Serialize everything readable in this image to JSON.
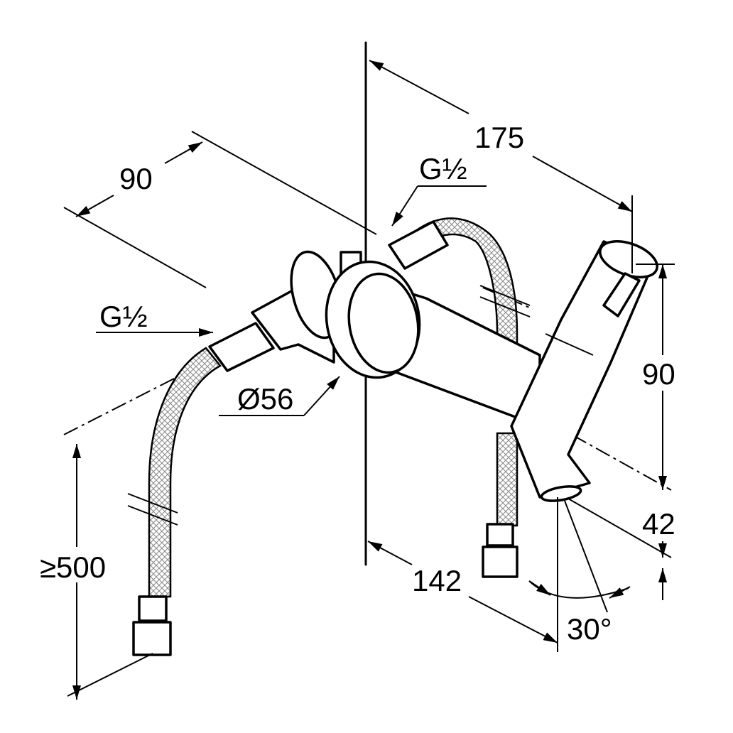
{
  "dimensions": {
    "top_span": "175",
    "left_depth": "90",
    "thread_upper": "G½",
    "thread_lower": "G½",
    "rosette_diameter": "Ø56",
    "hose_length": "≥500",
    "spout_height": "90",
    "outlet_height": "42",
    "projection": "142",
    "swivel_angle": "30°"
  }
}
